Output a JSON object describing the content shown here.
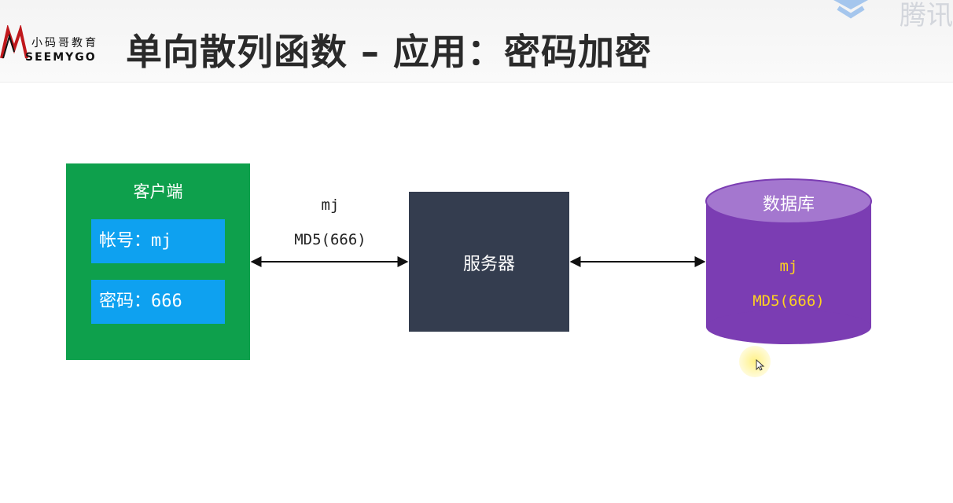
{
  "header": {
    "logo_cn": "小码哥教育",
    "logo_en": "SEEMYGO",
    "title": "单向散列函数 – 应用：密码加密",
    "watermark": "腾讯"
  },
  "client": {
    "title": "客户端",
    "account_field": "帐号：mj",
    "password_field": "密码：666"
  },
  "transfer": {
    "line1": "mj",
    "line2": "MD5(666)"
  },
  "server": {
    "label": "服务器"
  },
  "database": {
    "title": "数据库",
    "line1": "mj",
    "line2": "MD5(666)"
  },
  "colors": {
    "client": "#0ea04c",
    "field": "#0ea1f0",
    "server": "#343d4f",
    "db_body": "#7b3db3",
    "db_top": "#a477cf",
    "db_text": "#ffd21f"
  }
}
